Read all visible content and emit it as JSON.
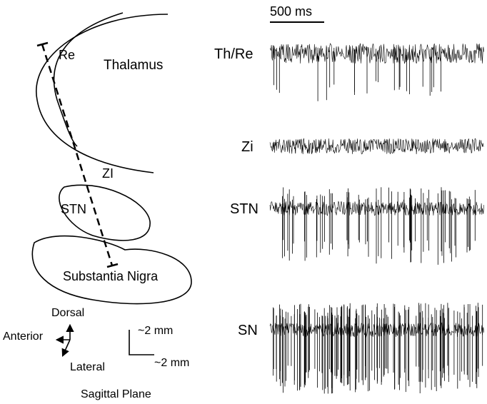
{
  "colors": {
    "ink": "#000000",
    "background": "#ffffff"
  },
  "anatomy": {
    "regions": {
      "re": "Re",
      "thalamus": "Thalamus",
      "zi": "ZI",
      "stn": "STN",
      "sn": "Substantia Nigra"
    },
    "orientation": {
      "dorsal": "Dorsal",
      "anterior": "Anterior",
      "lateral": "Lateral"
    },
    "scale": {
      "vertical": "~2 mm",
      "horizontal": "~2 mm"
    },
    "plane": "Sagittal Plane"
  },
  "recordings": {
    "time_scale": "500 ms",
    "traces": [
      {
        "label": "Th/Re",
        "noise": 14,
        "spike_count": 22,
        "spike_depth": 68,
        "spike_height": 10,
        "seed": 11
      },
      {
        "label": "Zi",
        "noise": 11,
        "spike_count": 4,
        "spike_depth": 10,
        "spike_height": 6,
        "seed": 23
      },
      {
        "label": "STN",
        "noise": 10,
        "spike_count": 60,
        "spike_depth": 80,
        "spike_height": 30,
        "seed": 37
      },
      {
        "label": "SN",
        "noise": 10,
        "spike_count": 145,
        "spike_depth": 90,
        "spike_height": 38,
        "seed": 53
      }
    ]
  }
}
